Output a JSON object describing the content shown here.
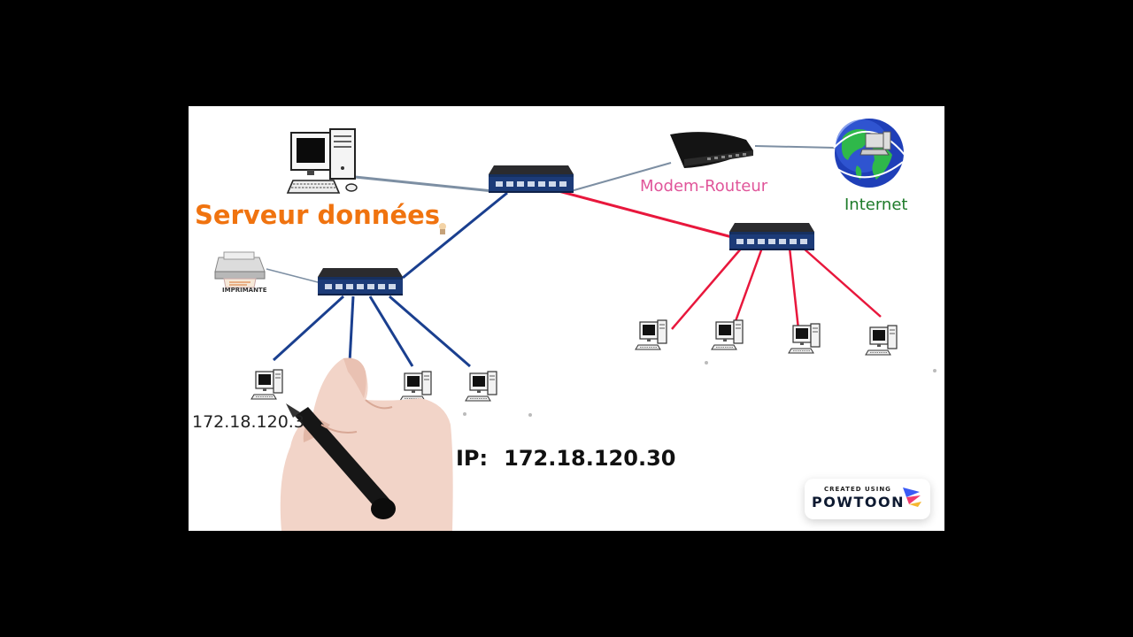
{
  "labels": {
    "server": "Serveur données",
    "modem": "Modem-Routeur",
    "internet": "Internet",
    "printer": "IMPRIMANTE",
    "ip_small": "172.18.120.3",
    "ip_prefix": "IP:",
    "ip_value": "172.18.120.30"
  },
  "watermark": {
    "created_using": "CREATED USING",
    "brand": "POWTOON"
  },
  "colors": {
    "background": "#ffffff",
    "frame": "#000000",
    "link_gray": "#7d8fa3",
    "link_blue": "#1a3f8f",
    "link_red": "#e8173c",
    "server_label": "#f0730f",
    "modem_label": "#e0559a",
    "internet_label": "#1e7b2a"
  },
  "icons": [
    "server-computer-icon",
    "switch-icon",
    "modem-router-icon",
    "globe-icon",
    "printer-icon",
    "computer-icon",
    "hand-marker-icon"
  ]
}
